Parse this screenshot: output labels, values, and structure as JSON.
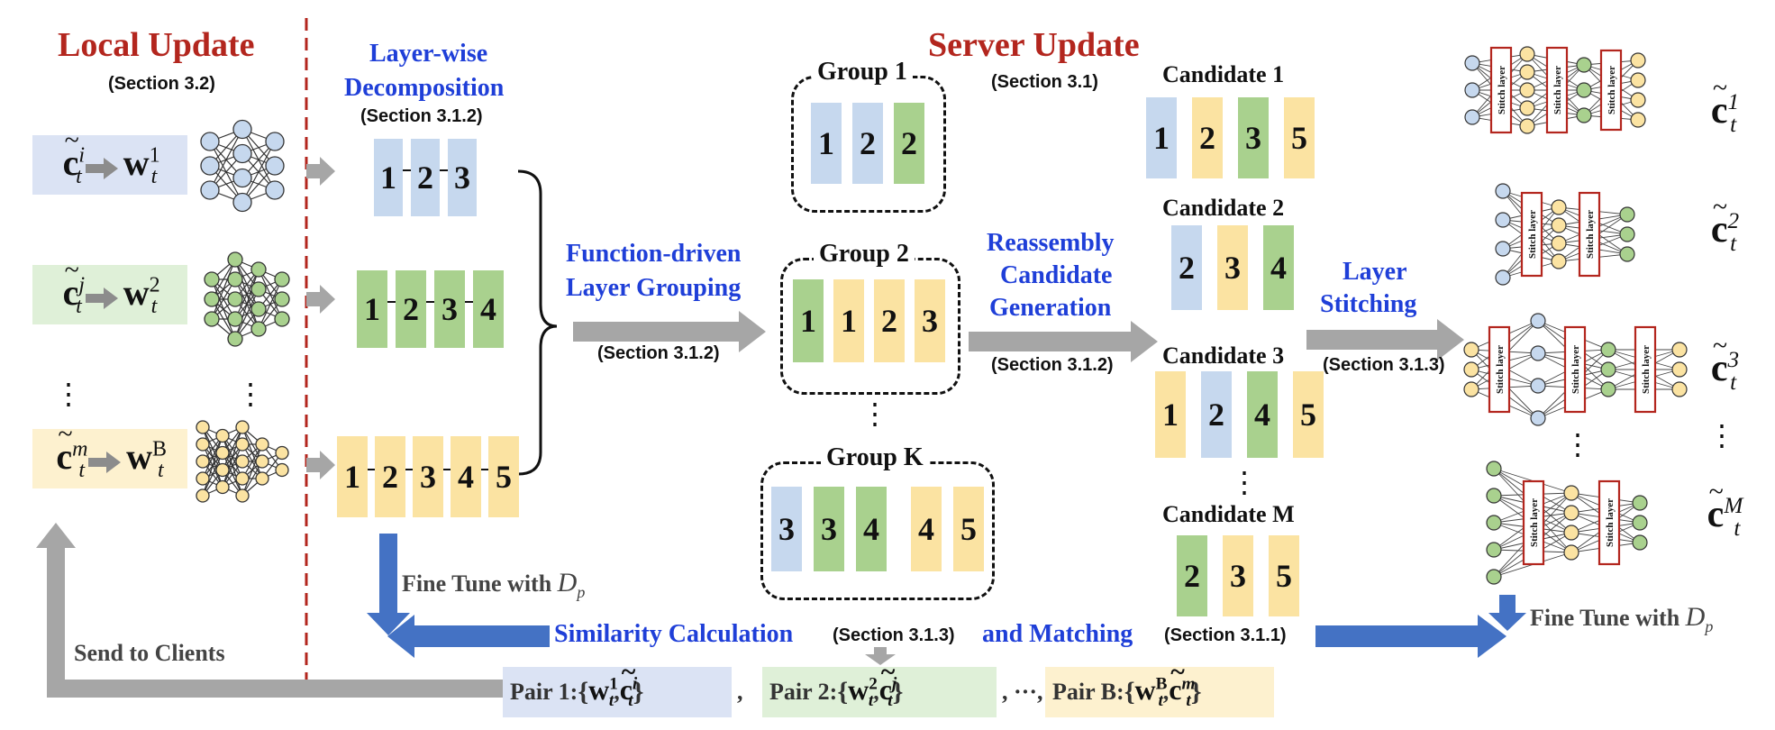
{
  "titles": {
    "local_update": "Local Update",
    "local_section": "(Section 3.2)",
    "server_update": "Server Update",
    "server_section": "(Section 3.1)"
  },
  "steps": {
    "decomposition": [
      "Layer-wise",
      "Decomposition"
    ],
    "decomposition_section": "(Section 3.1.2)",
    "grouping": [
      "Function-driven",
      "Layer Grouping"
    ],
    "grouping_section": "(Section 3.1.2)",
    "reassembly": [
      "Reassembly",
      "Candidate",
      "Generation"
    ],
    "reassembly_section": "(Section 3.1.2)",
    "stitching": [
      "Layer",
      "Stitching"
    ],
    "stitching_section": "(Section 3.1.3)",
    "fine_tune_left": "Fine Tune with",
    "fine_tune_right": "Fine Tune with",
    "dataset_symbol": "D",
    "dataset_subscript": "p",
    "similarity_1": "Similarity Calculation",
    "similarity_section": "(Section 3.1.3)",
    "similarity_2": "and Matching",
    "matching_section": "(Section 3.1.1)",
    "send_to_clients": "Send to Clients"
  },
  "clients": [
    {
      "c_sup": "i",
      "w_sup": "1",
      "color": "#dbe3f4",
      "node_color": "#c6d8ee"
    },
    {
      "c_sup": "j",
      "w_sup": "2",
      "color": "#dff0d8",
      "node_color": "#a9d18e"
    },
    {
      "c_sup": "m",
      "w_sup": "B",
      "color": "#fdf1cf",
      "node_color": "#fbe3a2"
    }
  ],
  "math": {
    "c_base": "c",
    "w_base": "w",
    "t_sub": "t"
  },
  "decomposed": [
    [
      "1",
      "2",
      "3"
    ],
    [
      "1",
      "2",
      "3",
      "4"
    ],
    [
      "1",
      "2",
      "3",
      "4",
      "5"
    ]
  ],
  "groups": [
    {
      "label": "Group 1",
      "blocks": [
        "1",
        "2",
        "2"
      ]
    },
    {
      "label": "Group 2",
      "blocks": [
        "1",
        "1",
        "2",
        "3"
      ]
    },
    {
      "label": "Group K",
      "blocks": [
        "3",
        "3",
        "4",
        "4",
        "5"
      ]
    }
  ],
  "candidates": [
    {
      "label": "Candidate 1",
      "blocks": [
        "1",
        "2",
        "3",
        "5"
      ]
    },
    {
      "label": "Candidate 2",
      "blocks": [
        "2",
        "3",
        "4"
      ]
    },
    {
      "label": "Candidate 3",
      "blocks": [
        "1",
        "2",
        "4",
        "5"
      ]
    },
    {
      "label": "Candidate M",
      "blocks": [
        "2",
        "3",
        "5"
      ]
    }
  ],
  "stitch_label": "Stitch layer",
  "outputs": [
    {
      "sup": "1"
    },
    {
      "sup": "2"
    },
    {
      "sup": "3"
    },
    {
      "sup": "M"
    }
  ],
  "pairs": [
    {
      "label": "Pair 1:",
      "w_sup": "1",
      "c_sup": "i",
      "trail": ","
    },
    {
      "label": "Pair 2:",
      "w_sup": "2",
      "c_sup": "j",
      "trail": ", ···,"
    },
    {
      "label": "Pair B:",
      "w_sup": "B",
      "c_sup": "m",
      "trail": ""
    }
  ],
  "ellipsis": "⋮",
  "colors": {
    "red": "#b3261e",
    "blue_text": "#1f3fd8",
    "block_blue": "#c6d8ee",
    "block_green": "#a9d18e",
    "block_yellow": "#fbe3a2",
    "arrow_grey": "#a6a6a6",
    "arrow_blue": "#4472c4"
  }
}
